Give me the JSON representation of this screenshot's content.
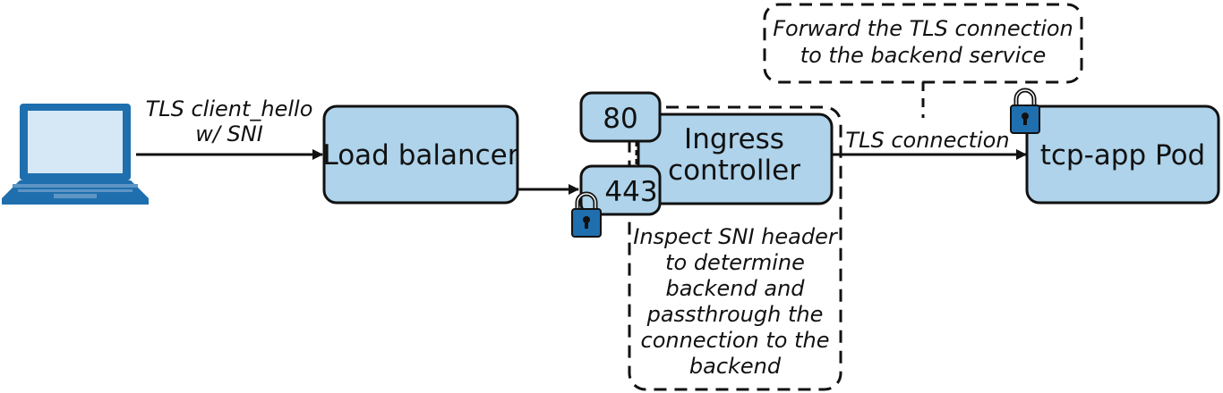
{
  "nodes": {
    "load_balancer": "Load balancer",
    "ingress_line1": "Ingress",
    "ingress_line2": "controller",
    "pod": "tcp-app Pod"
  },
  "ports": {
    "http": "80",
    "https": "443"
  },
  "edges": {
    "client_hello_line1": "TLS client_hello",
    "client_hello_line2": "w/ SNI",
    "tls_connection": "TLS connection"
  },
  "notes": {
    "forward": [
      "Forward the TLS connection",
      "to the backend service"
    ],
    "inspect": [
      "Inspect SNI header",
      "to determine",
      "backend and",
      "passthrough the",
      "connection to the",
      "backend"
    ]
  },
  "colors": {
    "box_fill": "#aed3ea",
    "stroke": "#111111",
    "laptop_screen": "#d6e8f5",
    "laptop_frame": "#1f6fae",
    "lock_blue": "#1f6fae"
  },
  "icons": [
    "laptop-icon",
    "lock-icon"
  ]
}
